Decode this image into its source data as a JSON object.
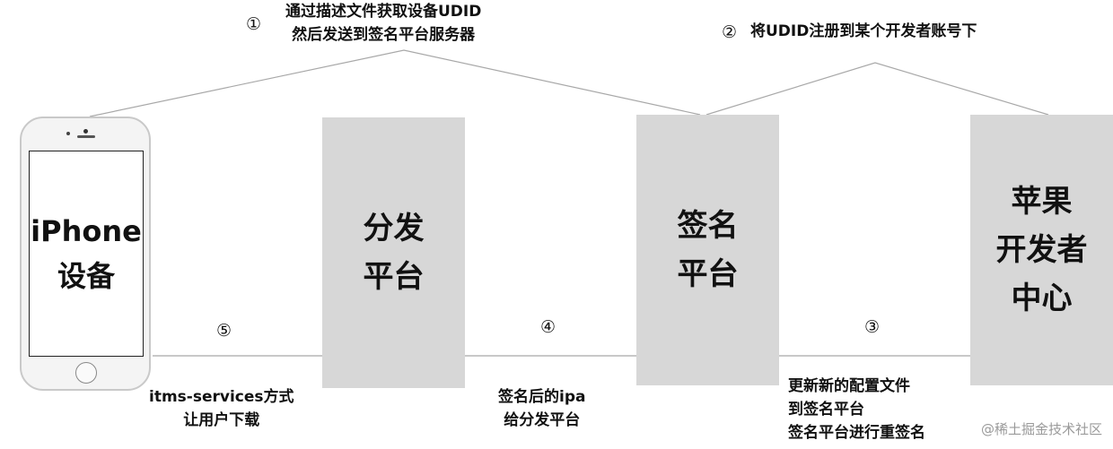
{
  "nodes": {
    "iphone": "iPhone\n设备",
    "distribution": "分发\n平台",
    "signing": "签名\n平台",
    "apple": "苹果\n开发者\n中心"
  },
  "steps": {
    "s1": {
      "num": "①",
      "text": "通过描述文件获取设备UDID\n然后发送到签名平台服务器"
    },
    "s2": {
      "num": "②",
      "text": "将UDID注册到某个开发者账号下"
    },
    "s3": {
      "num": "③",
      "text": "更新新的配置文件\n到签名平台\n签名平台进行重签名"
    },
    "s4": {
      "num": "④",
      "text": "签名后的ipa\n给分发平台"
    },
    "s5": {
      "num": "⑤",
      "text": "itms-services方式\n让用户下载"
    }
  },
  "watermark": "@稀土掘金技术社区",
  "colors": {
    "box": "#d7d7d7",
    "line": "#a8a8a8",
    "text": "#111111",
    "watermark": "#9a9a9a"
  }
}
